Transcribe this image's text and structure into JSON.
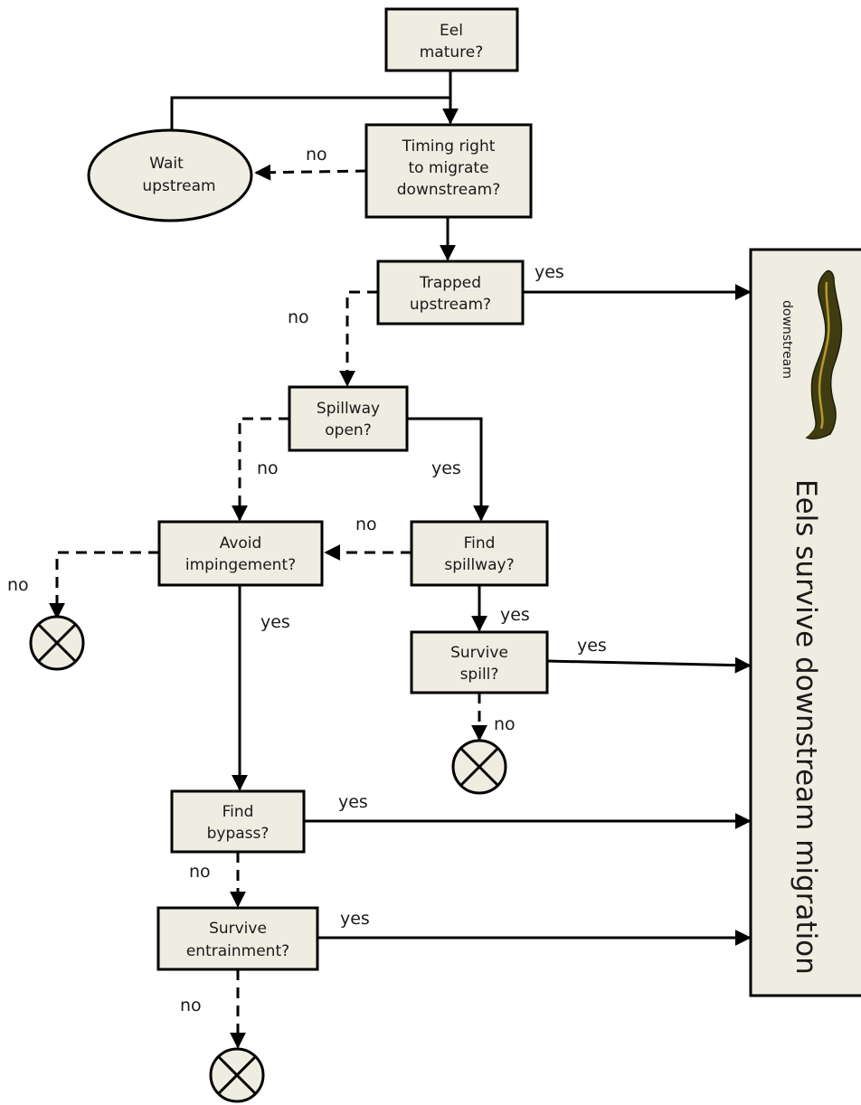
{
  "colors": {
    "node_fill": "#efece2",
    "stroke": "#000000",
    "outcome_fill": "#efece2",
    "eel_body": "#3f3c12",
    "eel_highlight": "#b59a2a"
  },
  "icons": {
    "mortality": "circled-x-icon",
    "eel": "eel-icon"
  },
  "nodes": {
    "eel_mature": [
      "Eel",
      "mature?"
    ],
    "wait_upstream": [
      "Wait",
      "upstream"
    ],
    "timing_right": [
      "Timing right",
      "to migrate",
      "downstream?"
    ],
    "trapped_upstream": [
      "Trapped",
      "upstream?"
    ],
    "spillway_open": [
      "Spillway",
      "open?"
    ],
    "avoid_impingement": [
      "Avoid",
      "impingement?"
    ],
    "find_spillway": [
      "Find",
      "spillway?"
    ],
    "survive_spill": [
      "Survive",
      "spill?"
    ],
    "find_bypass": [
      "Find",
      "bypass?"
    ],
    "survive_entrainment": [
      "Survive",
      "entrainment?"
    ]
  },
  "edge_labels": {
    "timing_no": "no",
    "trapped_yes": "yes",
    "trapped_no": "no",
    "spillway_no": "no",
    "spillway_yes": "yes",
    "find_spillway_no": "no",
    "avoid_no": "no",
    "avoid_yes": "yes",
    "find_spillway_yes": "yes",
    "survive_spill_yes": "yes",
    "survive_spill_no": "no",
    "find_bypass_yes": "yes",
    "find_bypass_no": "no",
    "survive_entrainment_yes": "yes",
    "survive_entrainment_no": "no"
  },
  "outcome": {
    "label": "Eels survive downstream migration",
    "eel_caption": "downstream"
  }
}
